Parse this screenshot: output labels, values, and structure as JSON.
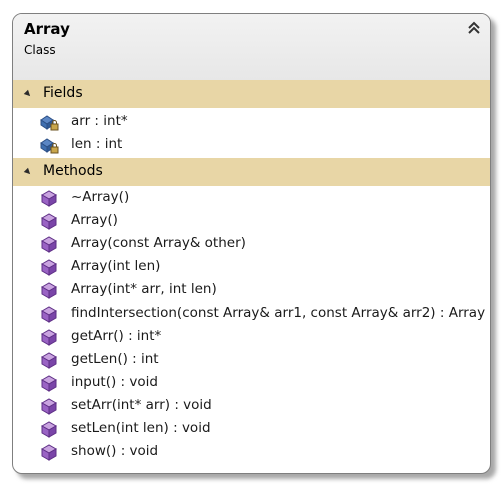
{
  "diagram": {
    "class_name": "Array",
    "stereotype": "Class",
    "sections": [
      {
        "label": "Fields",
        "members": [
          {
            "text": "arr : int*",
            "icon": "field-icon"
          },
          {
            "text": "len : int",
            "icon": "field-icon"
          }
        ]
      },
      {
        "label": "Methods",
        "members": [
          {
            "text": "~Array()",
            "icon": "method-icon"
          },
          {
            "text": "Array()",
            "icon": "method-icon"
          },
          {
            "text": "Array(const Array& other)",
            "icon": "method-icon"
          },
          {
            "text": "Array(int len)",
            "icon": "method-icon"
          },
          {
            "text": "Array(int* arr, int len)",
            "icon": "method-icon"
          },
          {
            "text": "findIntersection(const Array& arr1, const Array& arr2) : Array",
            "icon": "method-icon"
          },
          {
            "text": "getArr() : int*",
            "icon": "method-icon"
          },
          {
            "text": "getLen() : int",
            "icon": "method-icon"
          },
          {
            "text": "input() : void",
            "icon": "method-icon"
          },
          {
            "text": "setArr(int* arr) : void",
            "icon": "method-icon"
          },
          {
            "text": "setLen(int len) : void",
            "icon": "method-icon"
          },
          {
            "text": "show() : void",
            "icon": "method-icon"
          }
        ]
      }
    ],
    "colors": {
      "section_header": "#e8d6a6",
      "method_icon": "#8b52b3",
      "field_icon": "#3f6fb0",
      "lock": "#c9a64a"
    }
  }
}
